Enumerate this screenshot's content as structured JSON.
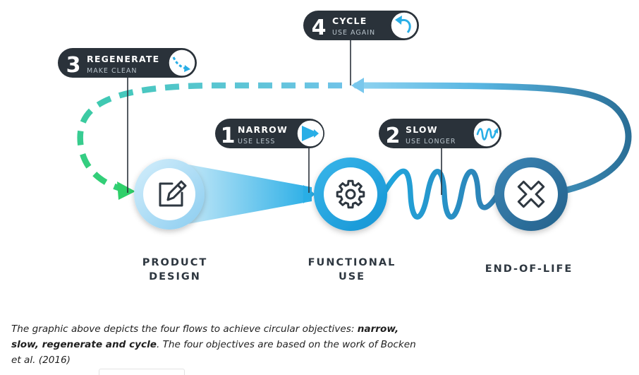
{
  "colors": {
    "pill_bg": "#2a323a",
    "teal": "#2a6f97",
    "light_blue": "#7ec8ec",
    "bright_blue": "#1fa7df",
    "green": "#2fd06a",
    "icon_dark": "#2e3740"
  },
  "flows": [
    {
      "id": "narrow",
      "number": "1",
      "title": "NARROW",
      "subtitle": "USE LESS",
      "icon": "narrow-flow-icon"
    },
    {
      "id": "slow",
      "number": "2",
      "title": "SLOW",
      "subtitle": "USE LONGER",
      "icon": "wave-icon"
    },
    {
      "id": "regenerate",
      "number": "3",
      "title": "REGENERATE",
      "subtitle": "MAKE CLEAN",
      "icon": "dashed-arrow-icon"
    },
    {
      "id": "cycle",
      "number": "4",
      "title": "CYCLE",
      "subtitle": "USE AGAIN",
      "icon": "cycle-arrow-icon"
    }
  ],
  "nodes": [
    {
      "id": "product-design",
      "lines": [
        "PRODUCT",
        "DESIGN"
      ],
      "icon": "pencil-edit-icon"
    },
    {
      "id": "functional-use",
      "lines": [
        "FUNCTIONAL",
        "USE"
      ],
      "icon": "gear-icon"
    },
    {
      "id": "end-of-life",
      "lines": [
        "END-OF-LIFE"
      ],
      "icon": "x-cross-icon"
    }
  ],
  "caption": {
    "prefix": "The graphic above depicts the four flows to achieve circular objectives: ",
    "bold": "narrow, slow, regenerate and cycle",
    "suffix": ". The four objectives are based on the work of Bocken et al. (2016)"
  }
}
